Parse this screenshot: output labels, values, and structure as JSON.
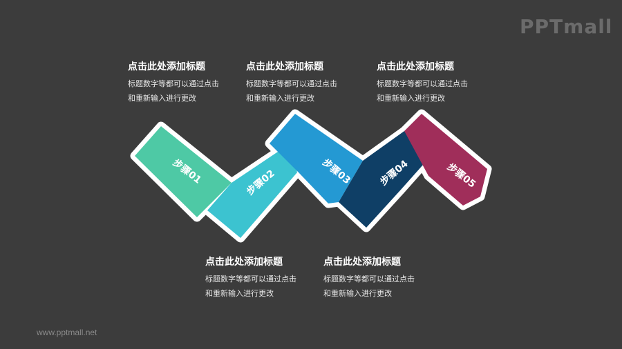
{
  "brand": {
    "logo": "PPTmall",
    "site": "www.pptmall.net"
  },
  "notes": [
    {
      "title": "点击此处添加标题",
      "line1": "标题数字等都可以通过点击",
      "line2": "和重新输入进行更改"
    },
    {
      "title": "点击此处添加标题",
      "line1": "标题数字等都可以通过点击",
      "line2": "和重新输入进行更改"
    },
    {
      "title": "点击此处添加标题",
      "line1": "标题数字等都可以通过点击",
      "line2": "和重新输入进行更改"
    },
    {
      "title": "点击此处添加标题",
      "line1": "标题数字等都可以通过点击",
      "line2": "和重新输入进行更改"
    },
    {
      "title": "点击此处添加标题",
      "line1": "标题数字等都可以通过点击",
      "line2": "和重新输入进行更改"
    }
  ],
  "steps": [
    {
      "label": "步骤01",
      "color": "#4ec9a5"
    },
    {
      "label": "步骤02",
      "color": "#3cc3d0"
    },
    {
      "label": "步骤03",
      "color": "#2499d3"
    },
    {
      "label": "步骤04",
      "color": "#0f3f66"
    },
    {
      "label": "步骤05",
      "color": "#a02e5a"
    }
  ]
}
